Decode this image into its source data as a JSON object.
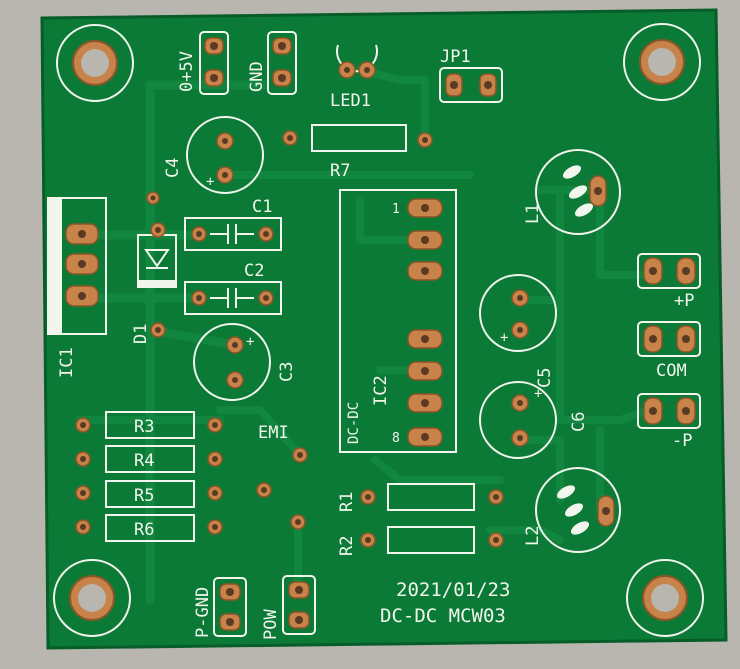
{
  "board": {
    "colors": {
      "background": "#b9b6b0",
      "pcb": "#0b7a36",
      "pcb_dark": "#086a2e",
      "trace": "#11863e",
      "silk": "#f1f5ec",
      "copper": "#c7834a"
    },
    "labels": {
      "v_plus": "0+5V",
      "gnd": "GND",
      "led1": "LED1",
      "jp1": "JP1",
      "c4": "C4",
      "r7": "R7",
      "c1": "C1",
      "c2": "C2",
      "l1": "L1",
      "plus_p": "+P",
      "com": "COM",
      "minus_p": "-P",
      "ic1": "IC1",
      "d1": "D1",
      "c3": "C3",
      "pin1": "1",
      "pin8": "8",
      "dcdc_vert": "DC-DC",
      "ic2": "IC2",
      "c5": "C5",
      "c6": "C6",
      "r3": "R3",
      "r4": "R4",
      "r5": "R5",
      "r6": "R6",
      "emi": "EMI",
      "r1": "R1",
      "r2": "R2",
      "l2": "L2",
      "pgnd": "P-GND",
      "pow": "POW",
      "date": "2021/01/23",
      "title": "DC-DC MCW03",
      "plus": "+"
    }
  }
}
